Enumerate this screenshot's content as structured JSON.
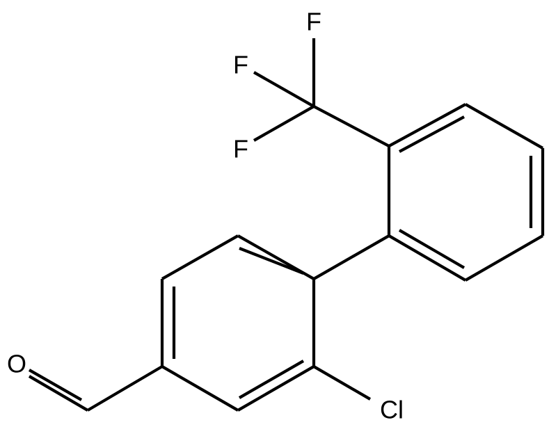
{
  "structure": {
    "atoms": {
      "F_top": "F",
      "F_left_upper": "F",
      "F_left_lower": "F",
      "O": "O",
      "Cl": "Cl"
    }
  }
}
